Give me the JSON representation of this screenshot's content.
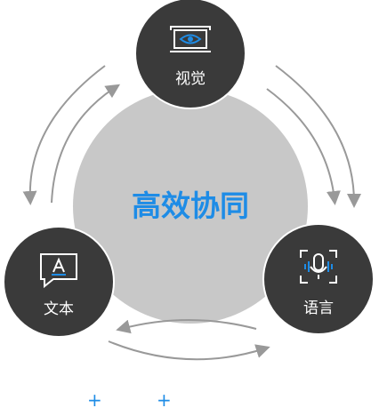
{
  "center": {
    "label": "高效协同"
  },
  "nodes": {
    "vision": {
      "label": "视觉",
      "icon": "eye-monitor-icon"
    },
    "text": {
      "label": "文本",
      "icon": "text-a-icon"
    },
    "speech": {
      "label": "语言",
      "icon": "microphone-icon"
    }
  },
  "plus_marks": [
    "+",
    "+"
  ],
  "colors": {
    "center_fill": "#c8c8c8",
    "node_fill": "#3a3a3a",
    "accent": "#1e8ce6",
    "arrow": "#999999"
  }
}
